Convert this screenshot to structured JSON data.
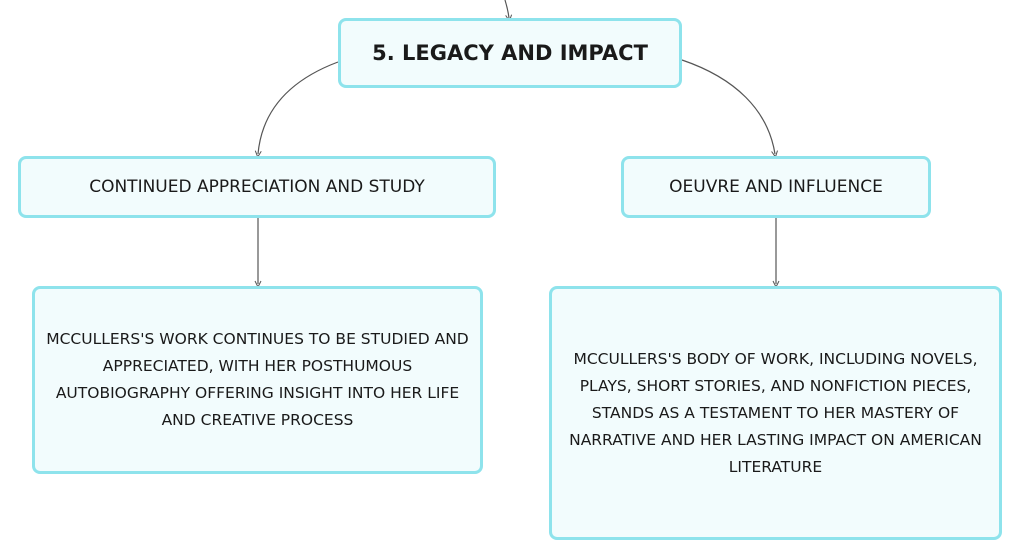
{
  "diagram": {
    "root": {
      "label": "5. LEGACY AND IMPACT"
    },
    "branches": [
      {
        "label": "CONTINUED APPRECIATION AND STUDY",
        "detail": "MCCULLERS'S WORK CONTINUES TO BE STUDIED AND APPRECIATED, WITH HER POSTHUMOUS AUTOBIOGRAPHY OFFERING INSIGHT INTO HER LIFE AND CREATIVE PROCESS"
      },
      {
        "label": "OEUVRE AND INFLUENCE",
        "detail": "MCCULLERS'S BODY OF WORK, INCLUDING NOVELS, PLAYS, SHORT STORIES, AND NONFICTION PIECES, STANDS AS A TESTAMENT TO HER MASTERY OF NARRATIVE AND HER LASTING IMPACT ON AMERICAN LITERATURE"
      }
    ]
  },
  "colors": {
    "node_border": "#8ee3ec",
    "node_fill": "#f2fcfd",
    "connector": "#555555",
    "text": "#1a1a1a"
  }
}
